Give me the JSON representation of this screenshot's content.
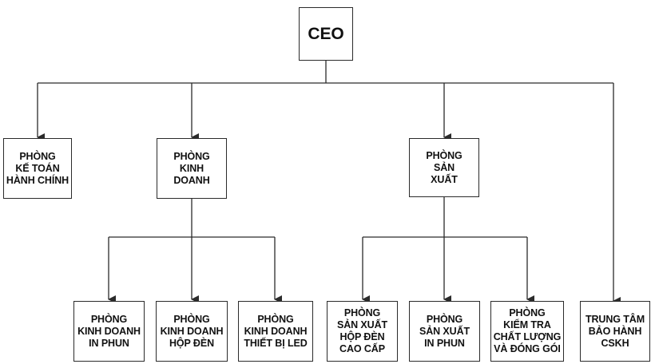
{
  "chart": {
    "root": {
      "label": "CEO"
    },
    "departments": {
      "accounting": "PHÒNG\nKẾ TOÁN\nHÀNH CHÍNH",
      "sales": "PHÒNG\nKINH\nDOANH",
      "production": "PHÒNG\nSẢN\nXUẤT",
      "warranty": "TRUNG TÂM\nBẢO HÀNH\nCSKH"
    },
    "sales_units": {
      "inkjet": "PHÒNG\nKINH DOANH\nIN PHUN",
      "lightbox": "PHÒNG\nKINH DOANH\nHỘP ĐÈN",
      "led": "PHÒNG\nKINH DOANH\nTHIẾT BỊ LED"
    },
    "production_units": {
      "premium_lightbox": "PHÒNG\nSẢN XUẤT\nHỘP ĐÈN\nCAO CẤP",
      "inkjet": "PHÒNG\nSẢN XUẤT\nIN PHUN",
      "qc_packaging": "PHÒNG\nKIỂM TRA\nCHẤT LƯỢNG\nVÀ ĐÓNG GÓI"
    }
  },
  "colors": {
    "line": "#2b2b2b",
    "box_border": "#2b2b2b",
    "text": "#111111"
  }
}
